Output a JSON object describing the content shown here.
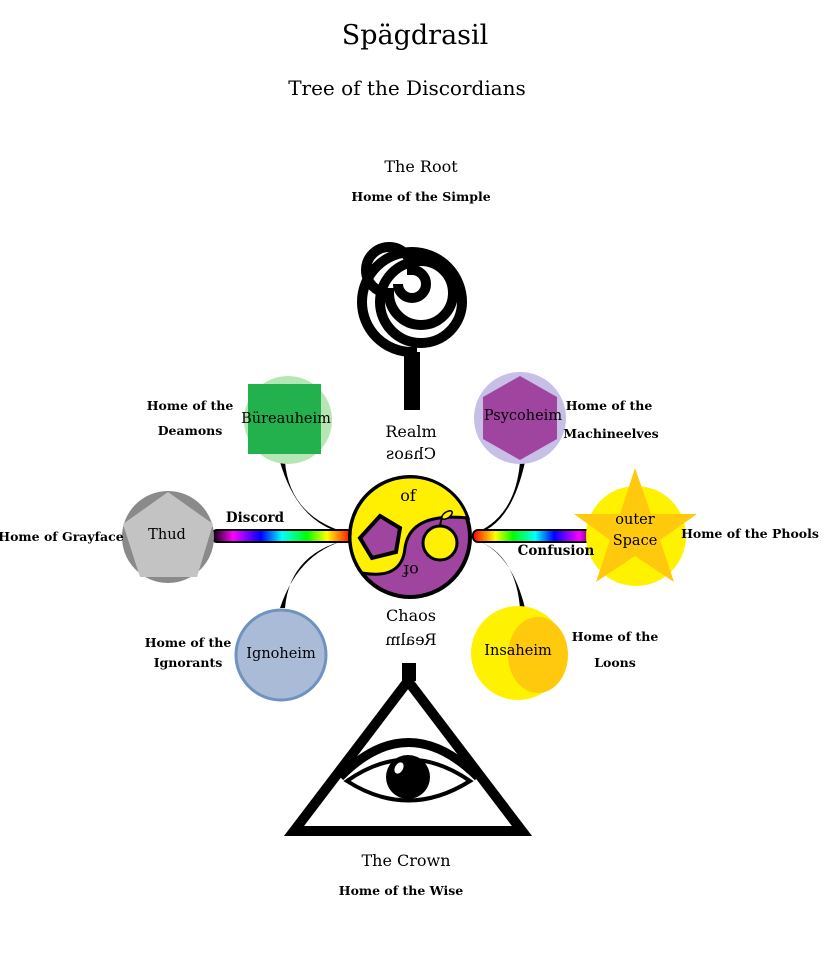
{
  "title": "Spägdrasil",
  "subtitle": "Tree of the Discordians",
  "root": {
    "name": "The Root",
    "home": "Home of the Simple",
    "icon": "spiral-icon"
  },
  "crown": {
    "name": "The Crown",
    "home": "Home of the Wise",
    "icon": "eye-of-providence-icon"
  },
  "center": {
    "name": "Realm of Chaos",
    "top_label": "Realm",
    "top_label_mirrored": "Chaos",
    "inner_top": "of",
    "inner_bottom": "of",
    "bottom_label": "Chaos",
    "bottom_label_mirrored": "Realm",
    "icon": "sacred-chao-icon",
    "colors": {
      "yellow": "#ffef00",
      "purple": "#a0459f"
    }
  },
  "branches": {
    "left": "Discord",
    "right": "Confusion"
  },
  "realms": [
    {
      "id": "bureauheim",
      "name": "Büreauheim",
      "home_line1": "Home of the",
      "home_line2": "Deamons",
      "shape": "square",
      "fill": "#22b14c",
      "halo": "#b5e6b4"
    },
    {
      "id": "psycoheim",
      "name": "Psycoheim",
      "home_line1": "Home of the",
      "home_line2": "Machineelves",
      "shape": "hexagon",
      "fill": "#a0459f",
      "halo": "#c8bfe7"
    },
    {
      "id": "thud",
      "name": "Thud",
      "home_line1": "Home of Grayface",
      "home_line2": "",
      "shape": "pentagon",
      "fill": "#c3c3c3",
      "halo": "#8a8a8a"
    },
    {
      "id": "outer-space",
      "name_line1": "outer",
      "name_line2": "Space",
      "home_line1": "Home of the Phools",
      "home_line2": "",
      "shape": "star",
      "fill": "#ffc90e",
      "halo": "#fff200"
    },
    {
      "id": "ignoheim",
      "name": "Ignoheim",
      "home_line1": "Home of the",
      "home_line2": "Ignorants",
      "shape": "circle",
      "fill": "#aabbd8",
      "halo": "#7092be"
    },
    {
      "id": "insaheim",
      "name": "Insaheim",
      "home_line1": "Home of the",
      "home_line2": "Loons",
      "shape": "crescent",
      "fill": "#ffc90e",
      "halo": "#fff200"
    }
  ]
}
